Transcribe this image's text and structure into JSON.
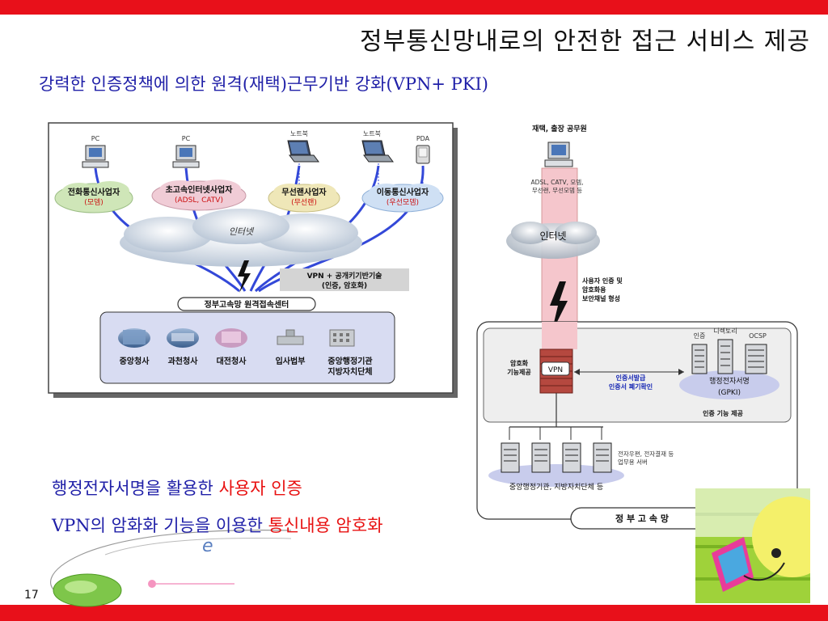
{
  "slide": {
    "title": "정부통신망내로의 안전한 접근 서비스 제공",
    "subtitle": "강력한 인증정책에 의한 원격(재택)근무기반 강화(VPN+ PKI)",
    "bullet1_prefix": "행정전자서명을 활용한",
    "bullet1_highlight": "사용자 인증",
    "bullet2_prefix": "VPN의 암화화 기능을 이용한",
    "bullet2_highlight": "통신내용 암호화",
    "page_number": "17",
    "accent_red": "#e8101a",
    "accent_blue": "#2020a8"
  },
  "left_diagram": {
    "device_labels": [
      "PC",
      "PC",
      "노트북",
      "노트북",
      "PDA"
    ],
    "providers": [
      {
        "name": "전화통신사업자",
        "sub": "(모뎀)"
      },
      {
        "name": "초고속인터넷사업자",
        "sub": "(ADSL, CATV)"
      },
      {
        "name": "무선랜사업자",
        "sub": "(무선랜)"
      },
      {
        "name": "이동통신사업자",
        "sub": "(우선모뎀)"
      }
    ],
    "internet_label": "인터넷",
    "vpn_label_line1": "VPN + 공개키기반기술",
    "vpn_label_line2": "(인증, 암호화)",
    "center_label": "정부고속망 원격접속센터",
    "buildings": [
      "중앙청사",
      "과천청사",
      "대전청사",
      "입사법부",
      "중앙행정기관",
      "지방자치단체"
    ]
  },
  "right_diagram": {
    "user_label": "재택, 출장 공무원",
    "access_line1": "ADSL, CATV, 모뎀,",
    "access_line2": "무선랜, 무선모뎀 등",
    "internet_label": "인터넷",
    "auth_line1": "사용자 인증 및",
    "auth_line2": "암호화용",
    "auth_line3": "보안채널 형성",
    "crypto_line1": "암호화",
    "crypto_line2": "기능제공",
    "vpn_label": "VPN",
    "cert_line1": "인증서발급",
    "cert_line2": "인증서 폐기확인",
    "server_labels": [
      "인증",
      "디렉토리",
      "OCSP"
    ],
    "gpki_line1": "행정전자서명",
    "gpki_line2": "(GPKI)",
    "auth_box_label": "인증 기능 제공",
    "app_line1": "전자우편, 전자결재 등",
    "app_line2": "업무용 서버",
    "agencies_label": "중앙행정기관, 지방자치단체 등",
    "network_label": "정 부 고 속 망"
  }
}
